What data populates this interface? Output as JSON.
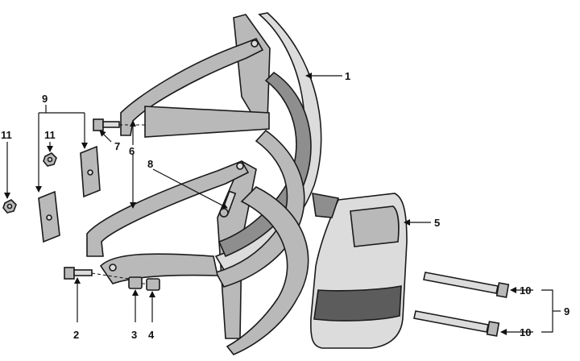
{
  "diagram": {
    "callouts": [
      {
        "id": "c1",
        "text": "1"
      },
      {
        "id": "c2",
        "text": "2"
      },
      {
        "id": "c3",
        "text": "3"
      },
      {
        "id": "c4",
        "text": "4"
      },
      {
        "id": "c5",
        "text": "5"
      },
      {
        "id": "c6",
        "text": "6"
      },
      {
        "id": "c7",
        "text": "7"
      },
      {
        "id": "c8",
        "text": "8"
      },
      {
        "id": "c9a",
        "text": "9"
      },
      {
        "id": "c9b",
        "text": "9"
      },
      {
        "id": "c10a",
        "text": "10"
      },
      {
        "id": "c10b",
        "text": "10"
      },
      {
        "id": "c11a",
        "text": "11"
      },
      {
        "id": "c11b",
        "text": "11"
      }
    ]
  }
}
